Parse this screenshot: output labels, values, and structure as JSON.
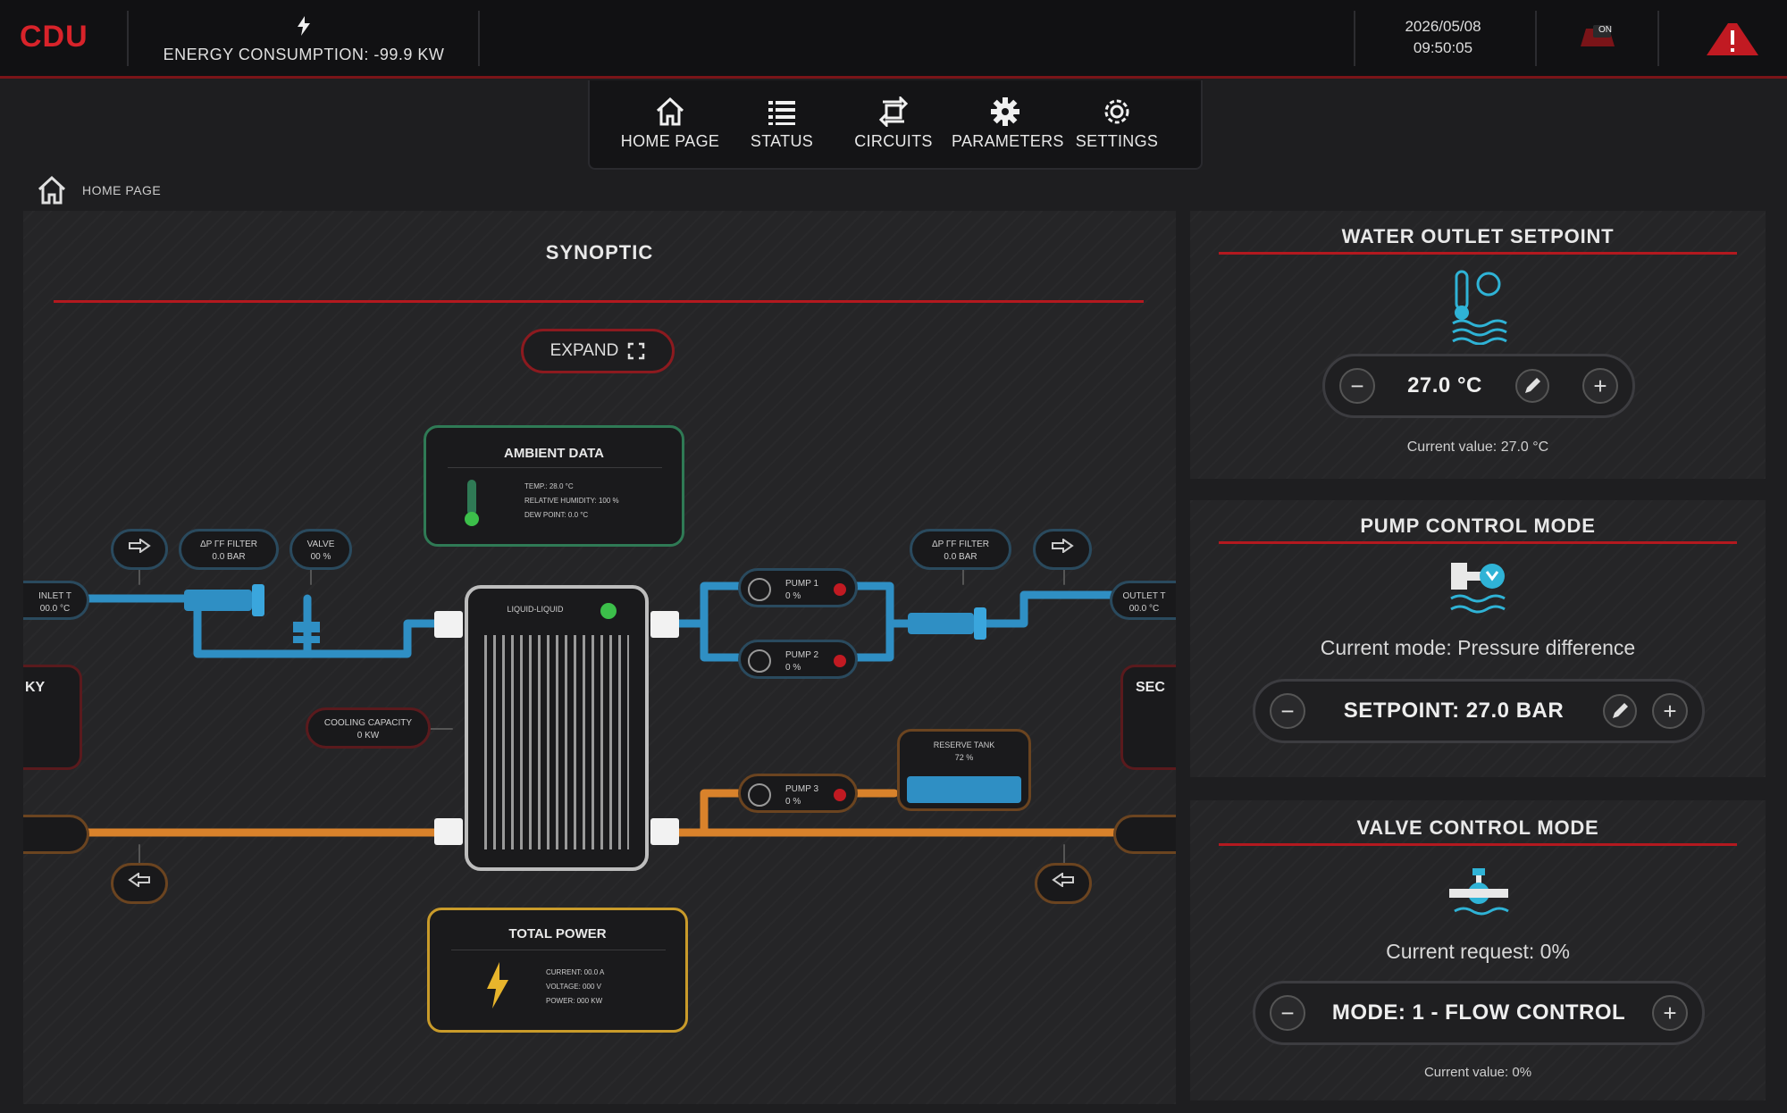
{
  "header": {
    "brand": "CDU",
    "energy": "ENERGY CONSUMPTION: -99.9 KW",
    "date": "2026/05/08",
    "time": "09:50:05",
    "status_label": "ON"
  },
  "nav": {
    "items": [
      {
        "label": "HOME PAGE",
        "icon": "home-icon"
      },
      {
        "label": "STATUS",
        "icon": "list-icon"
      },
      {
        "label": "CIRCUITS",
        "icon": "circuits-icon"
      },
      {
        "label": "PARAMETERS",
        "icon": "gear-icon"
      },
      {
        "label": "SETTINGS",
        "icon": "settings-icon"
      }
    ]
  },
  "breadcrumb": {
    "label": "HOME PAGE"
  },
  "synoptic": {
    "title": "SYNOPTIC",
    "expand_label": "EXPAND",
    "ambient": {
      "title": "AMBIENT DATA",
      "lines": [
        "TEMP.: 28.0 °C",
        "RELATIVE HUMIDITY: 100 %",
        "DEW POINT: 0.0 °C"
      ]
    },
    "total_power": {
      "title": "TOTAL POWER",
      "lines": [
        "CURRENT: 00.0 A",
        "VOLTAGE: 000 V",
        "POWER: 000 KW"
      ]
    },
    "exchanger_label": "LIQUID-LIQUID",
    "cooling_capacity": {
      "title": "COOLING CAPACITY",
      "value": "0 KW"
    },
    "pumps": [
      {
        "title": "PUMP 1",
        "value": "0 %"
      },
      {
        "title": "PUMP 2",
        "value": "0 %"
      },
      {
        "title": "PUMP 3",
        "value": "0 %"
      }
    ],
    "reserve_tank": {
      "title": "RESERVE TANK",
      "value": "72 %"
    },
    "filters": [
      {
        "title": "ΔP ΓF FILTER",
        "value": "0.0 BAR"
      },
      {
        "title": "ΔP ΓF FILTER",
        "value": "0.0 BAR"
      }
    ],
    "valve": {
      "title": "VALVE",
      "value": "00 %"
    },
    "inlet": {
      "title": "INLET T",
      "value": "00.0 °C"
    },
    "outlet": {
      "title": "OUTLET T",
      "value": "00.0 °C"
    },
    "left_side": {
      "title": "KY"
    },
    "right_side": {
      "title": "SEC"
    }
  },
  "water_outlet": {
    "title": "WATER OUTLET SETPOINT",
    "value": "27.0 °C",
    "current": "Current value: 27.0 °C"
  },
  "pump_control": {
    "title": "PUMP CONTROL MODE",
    "mode": "Current mode: Pressure difference",
    "setpoint": "SETPOINT: 27.0 BAR"
  },
  "valve_control": {
    "title": "VALVE CONTROL MODE",
    "request": "Current request: 0%",
    "mode": "MODE: 1 - FLOW CONTROL",
    "current": "Current value: 0%"
  },
  "colors": {
    "accent": "#b3191f",
    "water_blue": "#2f8fc4",
    "hot_orange": "#d9822b",
    "ambient_green": "#2f7a55",
    "power_yellow": "#c99b2a"
  }
}
